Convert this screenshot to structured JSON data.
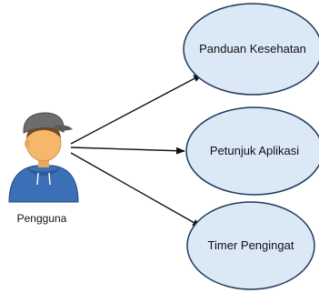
{
  "actor": {
    "label": "Pengguna",
    "icon": "user-icon"
  },
  "use_cases": [
    {
      "label": "Panduan Kesehatan"
    },
    {
      "label": "Petunjuk Aplikasi"
    },
    {
      "label": "Timer Pengingat"
    }
  ],
  "colors": {
    "ellipse_fill": "#dbe8f6",
    "ellipse_stroke": "#1f3a5c",
    "line": "#111111",
    "skin": "#f5b86a",
    "hoodie": "#3b6fb6",
    "cap": "#6d6d6d",
    "hair": "#7a4a1c"
  }
}
